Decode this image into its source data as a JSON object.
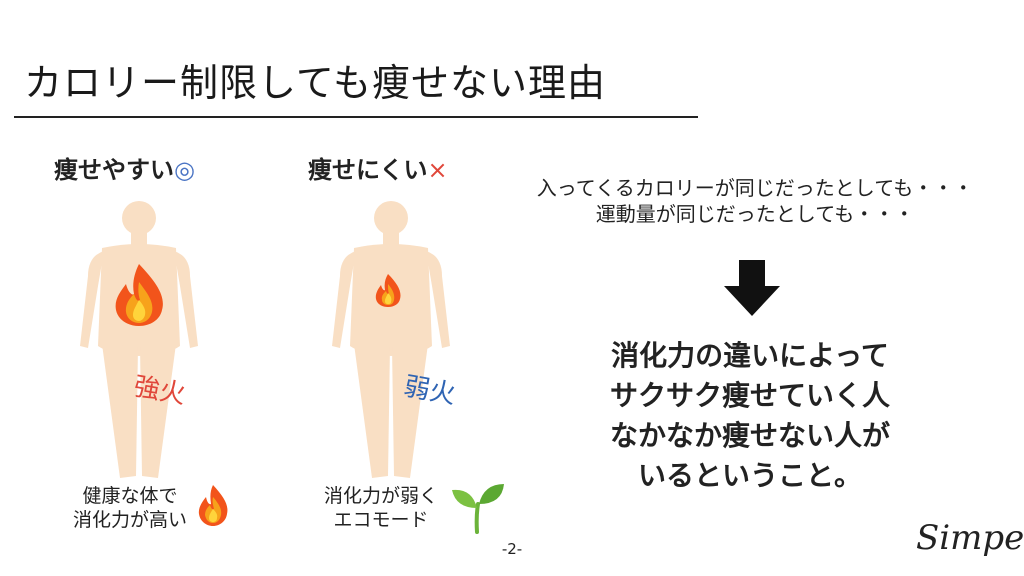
{
  "slide": {
    "title": "カロリー制限しても痩せない理由",
    "page_number": "-2-",
    "logo_text": "Simpet"
  },
  "left_panel": {
    "heading": "痩せやすい",
    "mark": "◎",
    "strength_label": "強火",
    "caption_line1": "健康な体で",
    "caption_line2": "消化力が高い"
  },
  "right_panel": {
    "heading": "痩せにくい",
    "mark": "×",
    "strength_label": "弱火",
    "caption_line1": "消化力が弱く",
    "caption_line2": "エコモード"
  },
  "conditions": {
    "line1": "入ってくるカロリーが同じだったとしても・・・",
    "line2": "運動量が同じだったとしても・・・"
  },
  "conclusion": {
    "line1": "消化力の違いによって",
    "line2": "サクサク痩せていく人",
    "line3": "なかなか痩せない人が",
    "line4": "いるということ。"
  },
  "colors": {
    "body_fill": "#f9dfc4",
    "flame_outer": "#f2541b",
    "flame_mid": "#f7a21b",
    "flame_inner": "#ffd43b",
    "strong_red": "#e0473a",
    "weak_blue": "#2f64b3",
    "sprout_green": "#6bb33a"
  },
  "icons": {
    "body": "human-silhouette-icon",
    "flame": "flame-icon",
    "arrow": "arrow-down-icon",
    "sprout": "sprout-icon"
  }
}
